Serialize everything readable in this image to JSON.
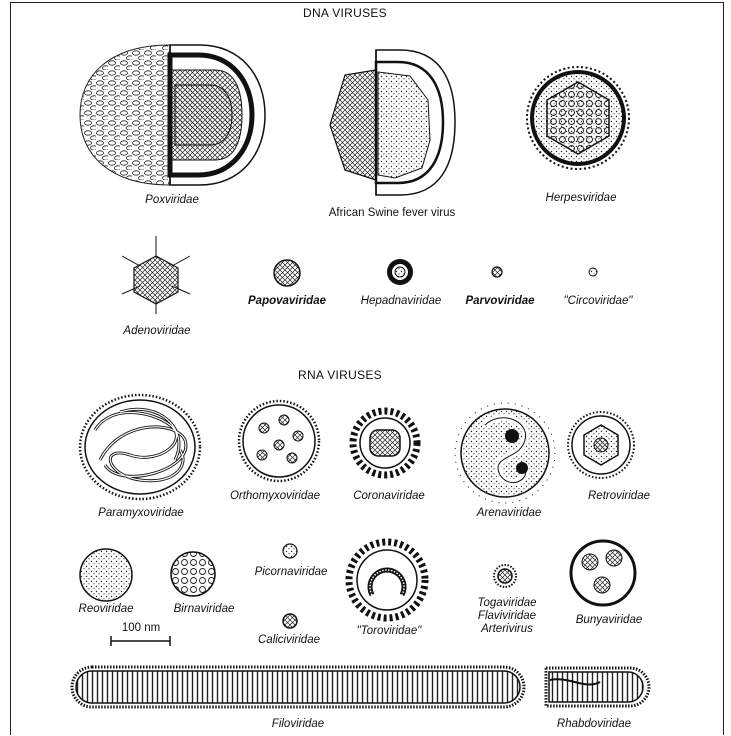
{
  "headings": {
    "dna": "DNA VIRUSES",
    "rna": "RNA VIRUSES"
  },
  "dna_viruses": {
    "poxviridae": "Poxviridae",
    "african_swine": "African Swine fever virus",
    "herpesviridae": "Herpesviridae",
    "adenoviridae": "Adenoviridae",
    "papovaviridae": "Papovaviridae",
    "hepadnaviridae": "Hepadnaviridae",
    "parvoviridae": "Parvoviridae",
    "circoviridae": "\"Circoviridae\""
  },
  "rna_viruses": {
    "paramyxoviridae": "Paramyxoviridae",
    "orthomyxoviridae": "Orthomyxoviridae",
    "coronaviridae": "Coronaviridae",
    "arenaviridae": "Arenaviridae",
    "retroviridae": "Retroviridae",
    "reoviridae": "Reoviridae",
    "birnaviridae": "Birnaviridae",
    "picornaviridae": "Picornaviridae",
    "caliciviridae": "Caliciviridae",
    "toroviridae": "\"Toroviridae\"",
    "toga_group": [
      "Togaviridae",
      "Flaviviridae",
      "Arterivirus"
    ],
    "bunyaviridae": "Bunyaviridae",
    "filoviridae": "Filoviridae",
    "rhabdoviridae": "Rhabdoviridae"
  },
  "scale_bar": "100 nm",
  "colors": {
    "ink": "#111111",
    "paper": "#ffffff"
  }
}
